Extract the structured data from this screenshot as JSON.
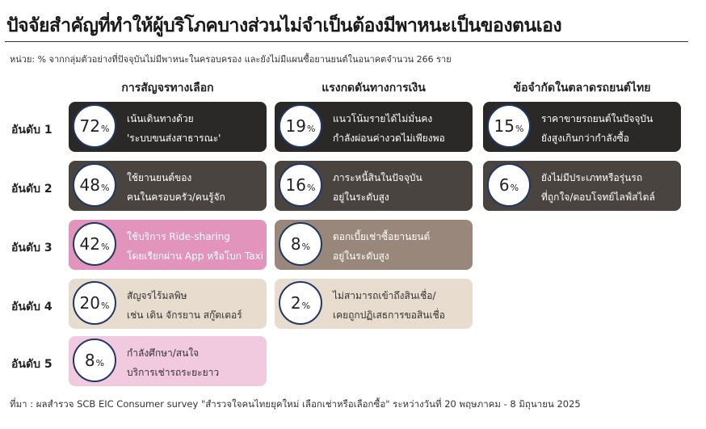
{
  "title": "ปัจจัยสำคัญที่ทำให้ผู้บริโภคบางส่วนไม่จำเป็นต้องมีพาหนะเป็นของตนเอง",
  "unit": "หน่วย: % จากกลุ่มตัวอย่างที่ปัจจุบันไม่มีพาหนะในครอบครอง และยังไม่มีแผนซื้อยานยนต์ในอนาคตจำนวน 266 ราย",
  "columns": [
    "การสัญจรทางเลือก",
    "แรงกดดันทางการเงิน",
    "ข้อจำกัดในตลาดรถยนต์ไทย"
  ],
  "ranks": [
    "อันดับ 1",
    "อันดับ 2",
    "อันดับ 3",
    "อันดับ 4",
    "อันดับ 5"
  ],
  "percent_sign": "%",
  "cards": [
    {
      "value": "72",
      "l1": "เน้นเดินทางด้วย",
      "l2": "'ระบบขนส่งสาธารณะ'",
      "color": "#2b2828"
    },
    {
      "value": "19",
      "l1": "แนวโน้มรายได้ไม่มั่นคง",
      "l2": "กำลังผ่อนค่างวดไม่เพียงพอ",
      "color": "#2b2828"
    },
    {
      "value": "15",
      "l1": "ราคาขายรถยนต์ในปัจจุบัน",
      "l2": "ยังสูงเกินกว่ากำลังซื้อ",
      "color": "#2b2828"
    },
    {
      "value": "48",
      "l1": "ใช้ยานยนต์ของ",
      "l2": "คนในครอบครัว/คนรู้จัก",
      "color": "#4a4440"
    },
    {
      "value": "16",
      "l1": "ภาระหนี้สินในปัจจุบัน",
      "l2": "อยู่ในระดับสูง",
      "color": "#4a4440"
    },
    {
      "value": "6",
      "l1": "ยังไม่มีประเภทหรือรุ่นรถ",
      "l2": "ที่ถูกใจ/ตอบโจทย์ไลฟ์สไตล์",
      "color": "#4a4440"
    },
    {
      "value": "42",
      "l1": "ใช้บริการ Ride-sharing",
      "l2": "โดยเรียกผ่าน App หรือโบก Taxi",
      "color": "#e394bd"
    },
    {
      "value": "8",
      "l1": "ดอกเบี้ยเช่าซื้อยานยนต์",
      "l2": "อยู่ในระดับสูง",
      "color": "#98877a"
    },
    {
      "value": "20",
      "l1": "สัญจรไร้มลพิษ",
      "l2": "เช่น เดิน จักรยาน สกู๊ตเตอร์",
      "color": "#e8dccf"
    },
    {
      "value": "2",
      "l1": "ไม่สามารถเข้าถึงสินเชื่อ/",
      "l2": "เคยถูกปฏิเสธการขอสินเชื่อ",
      "color": "#e8dccf"
    },
    {
      "value": "8",
      "l1": "กำลังศึกษา/สนใจ",
      "l2": "บริการเช่ารถระยะยาว",
      "color": "#f2cadf"
    }
  ],
  "source": "ที่มา : ผลสำรวจ SCB EIC Consumer survey \"สำรวจใจคนไทยยุคใหม่ เลือกเช่าหรือเลือกซื้อ\" ระหว่างวันที่ 20 พฤษภาคม - 8 มิถุนายน 2025"
}
